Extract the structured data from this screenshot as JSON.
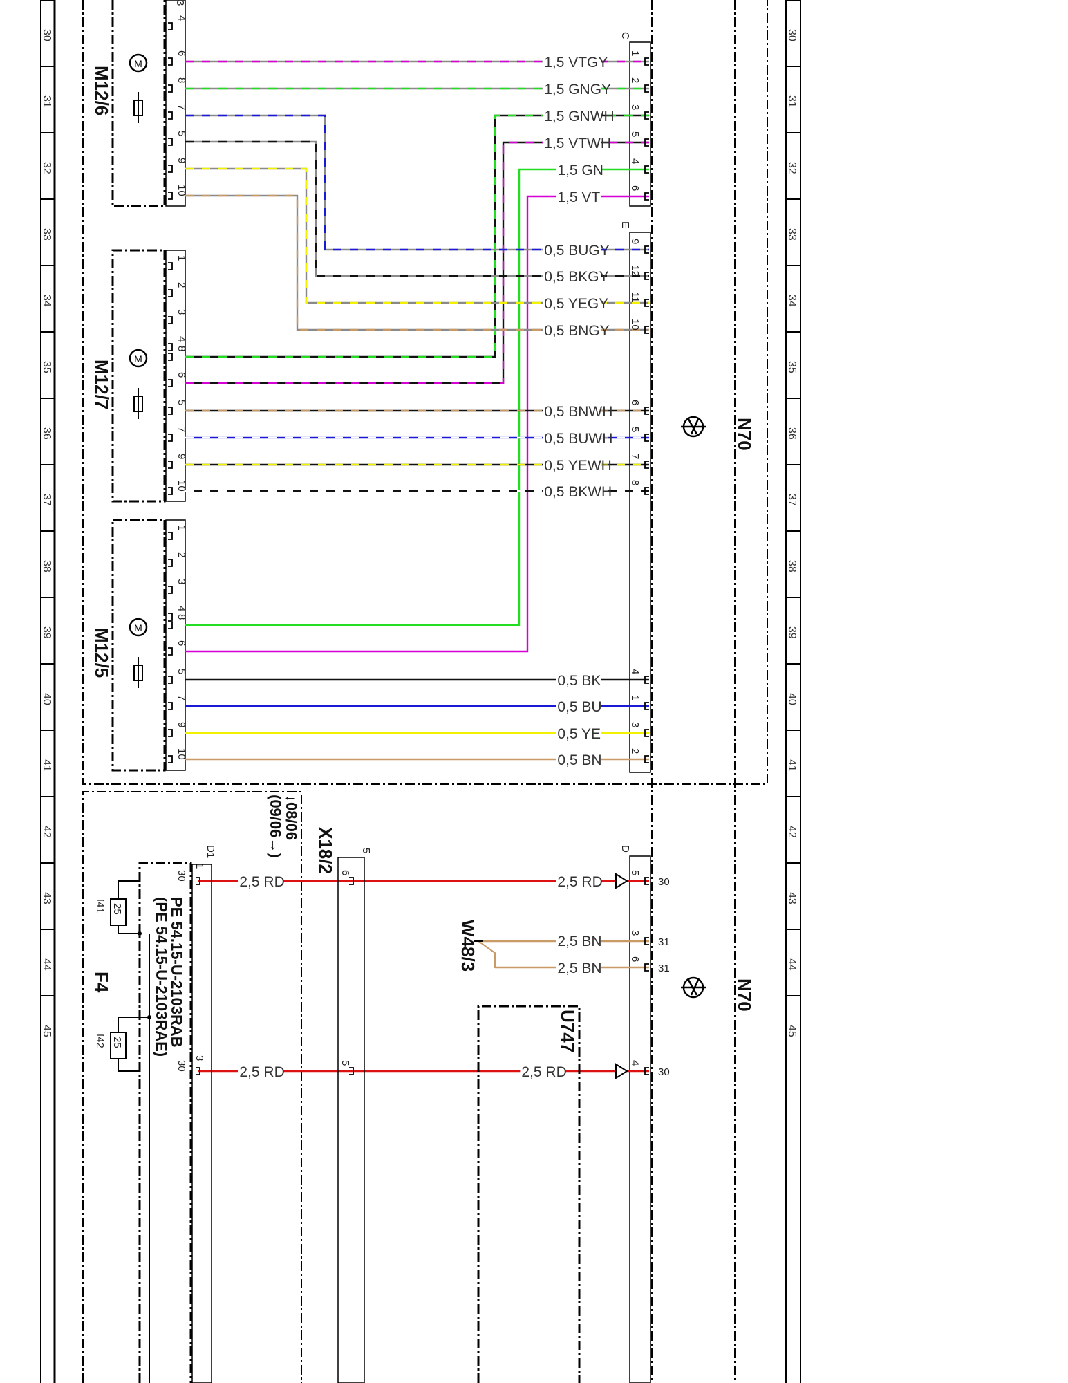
{
  "grid_numbers": [
    "30",
    "31",
    "32",
    "33",
    "34",
    "35",
    "36",
    "37",
    "38",
    "39",
    "40",
    "41",
    "42",
    "43",
    "44",
    "45"
  ],
  "components": {
    "m12_6": "M12/6",
    "m12_7": "M12/7",
    "m12_5": "M12/5",
    "n70_top": "N70",
    "n70_bottom": "N70",
    "f4": "F4",
    "d1": "D1",
    "x18_2": "X18/2",
    "w48_3": "W48/3",
    "u747": "U747",
    "f41": "f41",
    "f42": "f42"
  },
  "connectors": {
    "c": "C",
    "e": "E",
    "d": "D"
  },
  "notes": {
    "date_from": "↓08/06",
    "date_to": "(09/06→)",
    "pe_ref_1": "PE 54.15-U-2103RAB",
    "pe_ref_2": "(PE 54.15-U-2103RAE)",
    "fuse_value_1": "25",
    "fuse_value_2": "25",
    "motor_symbol": "M",
    "x18_pin_top": "5"
  },
  "wire_colors": {
    "VT": "#d400d4",
    "GN": "#22dd22",
    "GY": "#8a8a8a",
    "WH": "#ffffff",
    "BU": "#1a1ad6",
    "BK": "#111111",
    "YE": "#f2f200",
    "BN": "#c79a66",
    "RD": "#dd1111"
  },
  "wires": [
    {
      "label": "1,5 VTGY",
      "from_pin": "6",
      "to_pin": "1"
    },
    {
      "label": "1,5 GNGY",
      "from_pin": "8",
      "to_pin": "2"
    },
    {
      "label": "1,5 GNWH",
      "from_pin": "8",
      "to_pin": "3"
    },
    {
      "label": "1,5 VTWH",
      "from_pin": "6",
      "to_pin": "5"
    },
    {
      "label": "1,5 GN",
      "from_pin": "8",
      "to_pin": "4"
    },
    {
      "label": "1,5 VT",
      "from_pin": "6",
      "to_pin": "6"
    },
    {
      "label": "0,5 BUGY",
      "from_pin": "7",
      "to_pin": "9"
    },
    {
      "label": "0,5 BKGY",
      "from_pin": "5",
      "to_pin": "12"
    },
    {
      "label": "0,5 YEGY",
      "from_pin": "9",
      "to_pin": "11"
    },
    {
      "label": "0,5 BNGY",
      "from_pin": "10",
      "to_pin": "10"
    },
    {
      "label": "0,5 BNWH",
      "from_pin": "5",
      "to_pin": "6"
    },
    {
      "label": "0,5 BUWH",
      "from_pin": "7",
      "to_pin": "5"
    },
    {
      "label": "0,5 YEWH",
      "from_pin": "9",
      "to_pin": "7"
    },
    {
      "label": "0,5 BKWH",
      "from_pin": "10",
      "to_pin": "8"
    },
    {
      "label": "0,5 BK",
      "from_pin": "5",
      "to_pin": "4"
    },
    {
      "label": "0,5 BU",
      "from_pin": "7",
      "to_pin": "1"
    },
    {
      "label": "0,5 YE",
      "from_pin": "9",
      "to_pin": "3"
    },
    {
      "label": "0,5 BN",
      "from_pin": "10",
      "to_pin": "2"
    },
    {
      "label": "2,5 RD",
      "from_pin": "30",
      "to_pin": "6"
    },
    {
      "label": "2,5 RD",
      "from_pin": "6",
      "to_pin": "5"
    },
    {
      "label": "2,5 BN",
      "from_pin": "",
      "to_pin": "3"
    },
    {
      "label": "2,5 BN",
      "from_pin": "",
      "to_pin": "6"
    },
    {
      "label": "2,5 RD",
      "from_pin": "30",
      "to_pin": "5"
    },
    {
      "label": "2,5 RD",
      "from_pin": "",
      "to_pin": "4"
    }
  ],
  "motor_pins": {
    "m12_6": [
      "3",
      "4",
      "6",
      "8",
      "7",
      "5",
      "9",
      "10"
    ],
    "m12_7": [
      "1",
      "2",
      "3",
      "4",
      "8",
      "6",
      "5",
      "7",
      "9",
      "10"
    ],
    "m12_5": [
      "1",
      "2",
      "3",
      "4",
      "8",
      "6",
      "5",
      "7",
      "9",
      "10"
    ]
  },
  "n70_pins": {
    "c": [
      "1",
      "2",
      "3",
      "5",
      "4",
      "6"
    ],
    "e": [
      "9",
      "12",
      "11",
      "10",
      "6",
      "5",
      "7",
      "8",
      "4",
      "1",
      "3",
      "2"
    ],
    "d": [
      "5",
      "3",
      "6",
      "4"
    ],
    "terminals": [
      "30",
      "31",
      "31",
      "30"
    ]
  },
  "f4_pins": [
    "30",
    "30",
    "1",
    "3"
  ]
}
